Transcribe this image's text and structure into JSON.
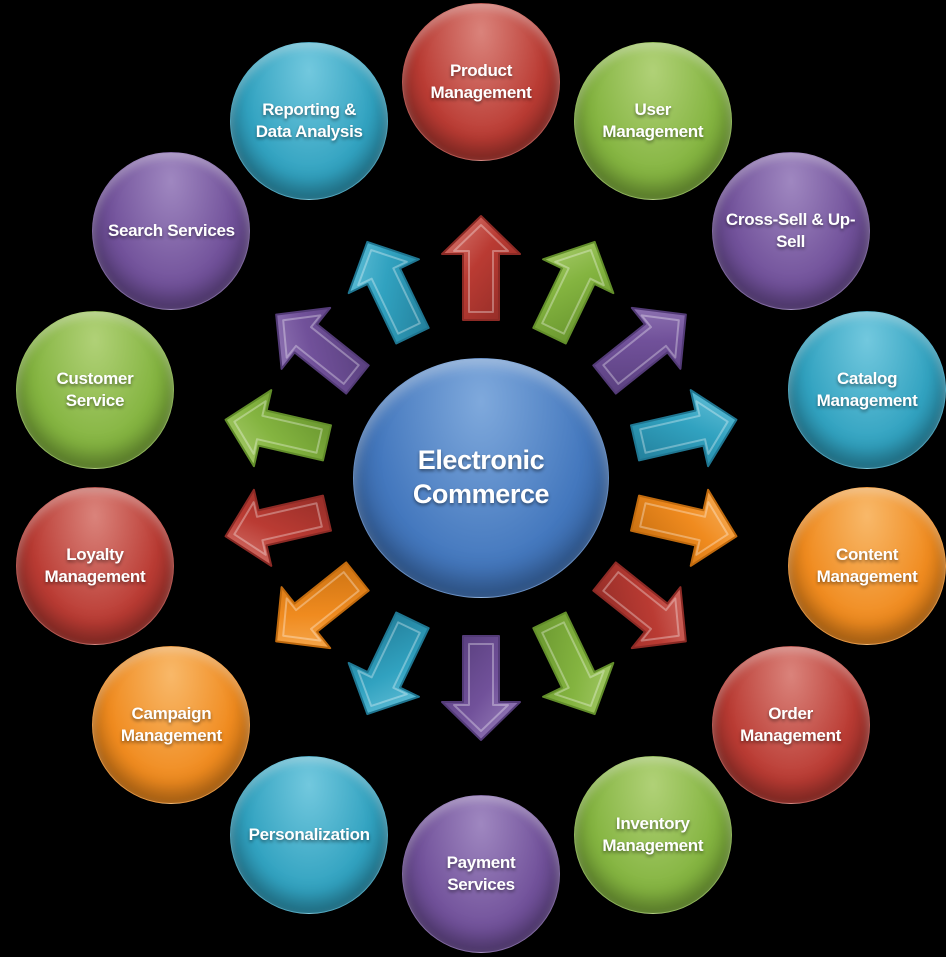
{
  "background_color": "#000000",
  "palette": {
    "blue": {
      "base": "#4478BE",
      "light": "#7FA9DC",
      "dark": "#2E5B99"
    },
    "red": {
      "base": "#BA3B33",
      "light": "#DA837B",
      "dark": "#8C2A25"
    },
    "green": {
      "base": "#84B440",
      "light": "#B0D177",
      "dark": "#628E2A"
    },
    "purple": {
      "base": "#71519A",
      "light": "#9F87C0",
      "dark": "#533B77"
    },
    "cyan": {
      "base": "#31A2C0",
      "light": "#72C8DE",
      "dark": "#1F7691"
    },
    "orange": {
      "base": "#F08B1F",
      "light": "#F8B869",
      "dark": "#C06A0E"
    }
  },
  "diagram": {
    "type": "diverging-radial",
    "center": {
      "id": "electronic-commerce",
      "label": "Electronic\nCommerce",
      "color": "blue"
    },
    "nodes": [
      {
        "id": "product-management",
        "label": "Product\nManagement",
        "color": "red"
      },
      {
        "id": "user-management",
        "label": "User\nManagement",
        "color": "green"
      },
      {
        "id": "cross-sell-up-sell",
        "label": "Cross-Sell & Up-\nSell",
        "color": "purple"
      },
      {
        "id": "catalog-management",
        "label": "Catalog\nManagement",
        "color": "cyan"
      },
      {
        "id": "content-management",
        "label": "Content\nManagement",
        "color": "orange"
      },
      {
        "id": "order-management",
        "label": "Order\nManagement",
        "color": "red"
      },
      {
        "id": "inventory-management",
        "label": "Inventory\nManagement",
        "color": "green"
      },
      {
        "id": "payment-services",
        "label": "Payment\nServices",
        "color": "purple"
      },
      {
        "id": "personalization",
        "label": "Personalization",
        "color": "cyan"
      },
      {
        "id": "campaign-management",
        "label": "Campaign\nManagement",
        "color": "orange"
      },
      {
        "id": "loyalty-management",
        "label": "Loyalty\nManagement",
        "color": "red"
      },
      {
        "id": "customer-service",
        "label": "Customer\nService",
        "color": "green"
      },
      {
        "id": "search-services",
        "label": "Search Services",
        "color": "purple"
      },
      {
        "id": "reporting-data-analysis",
        "label": "Reporting &\nData Analysis",
        "color": "cyan"
      }
    ]
  }
}
